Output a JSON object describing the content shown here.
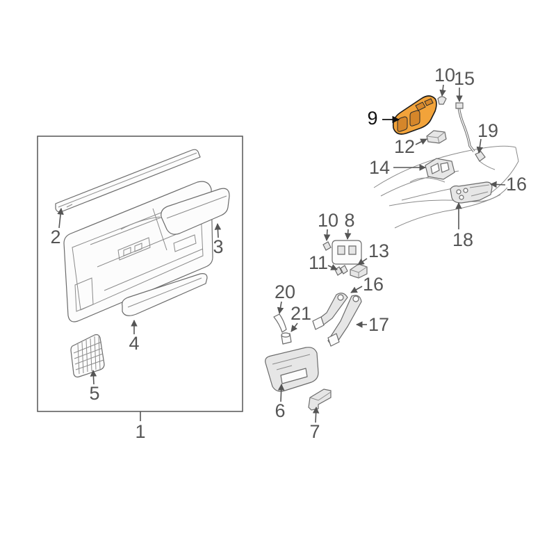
{
  "diagram": {
    "callouts": [
      "1",
      "2",
      "3",
      "4",
      "5",
      "6",
      "7",
      "8",
      "10",
      "10",
      "11",
      "12",
      "13",
      "14",
      "15",
      "16",
      "16",
      "17",
      "18",
      "19",
      "20",
      "21"
    ],
    "highlighted_callout": "9",
    "colors": {
      "line": "#555555",
      "highlight_fill": "#f2a33a",
      "highlight_stroke": "#1a1a1a",
      "highlight_label": "#111111"
    }
  }
}
